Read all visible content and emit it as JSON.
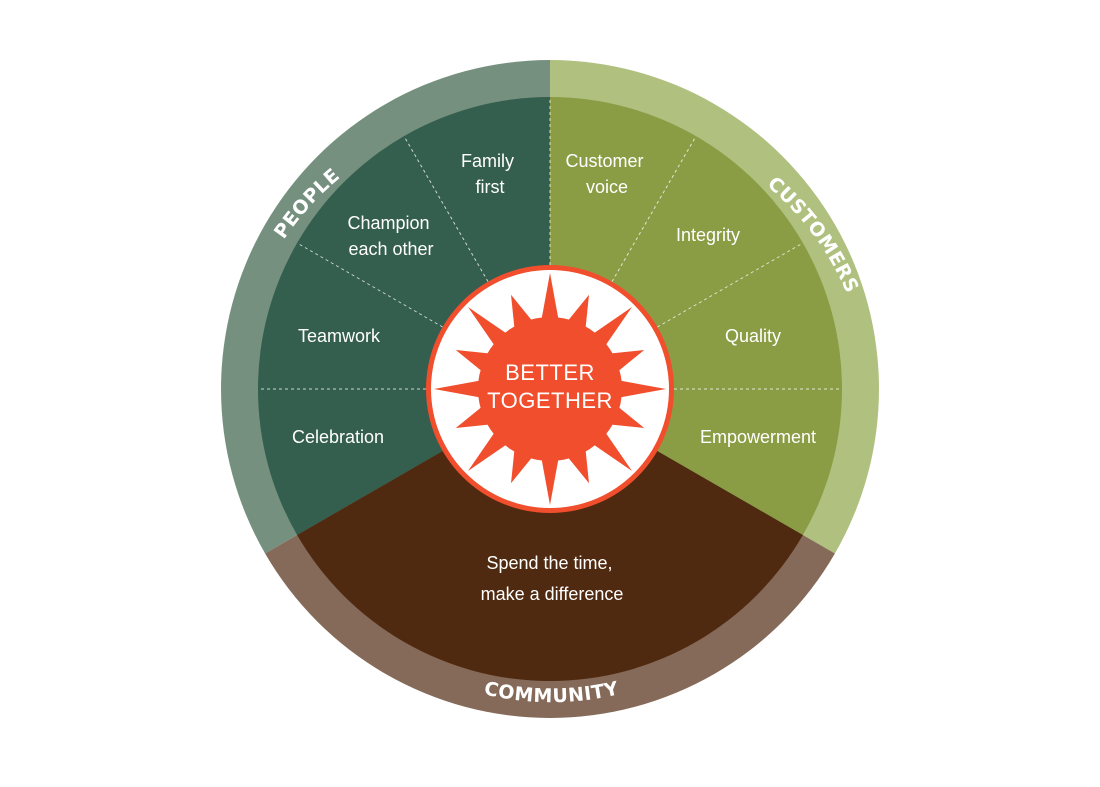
{
  "colors": {
    "people_outer": "#76907F",
    "people_inner": "#345E4D",
    "customers_outer": "#AFC07F",
    "customers_inner": "#8A9D45",
    "community_outer": "#856959",
    "community_inner": "#4F2A10",
    "sun": "#F04E2C",
    "text": "#FFFFFF"
  },
  "center": {
    "line1": "BETTER",
    "line2": "TOGETHER"
  },
  "rings": {
    "people": "PEOPLE",
    "customers": "CUSTOMERS",
    "community": "COMMUNITY"
  },
  "people_values": {
    "family_first": [
      "Family",
      "first"
    ],
    "champion": [
      "Champion",
      "each other"
    ],
    "teamwork": [
      "Teamwork"
    ],
    "celebration": [
      "Celebration"
    ]
  },
  "customer_values": {
    "customer_voice": [
      "Customer",
      "voice"
    ],
    "integrity": [
      "Integrity"
    ],
    "quality": [
      "Quality"
    ],
    "empowerment": [
      "Empowerment"
    ]
  },
  "community_value": {
    "line1": "Spend the time,",
    "line2": "make a difference"
  }
}
